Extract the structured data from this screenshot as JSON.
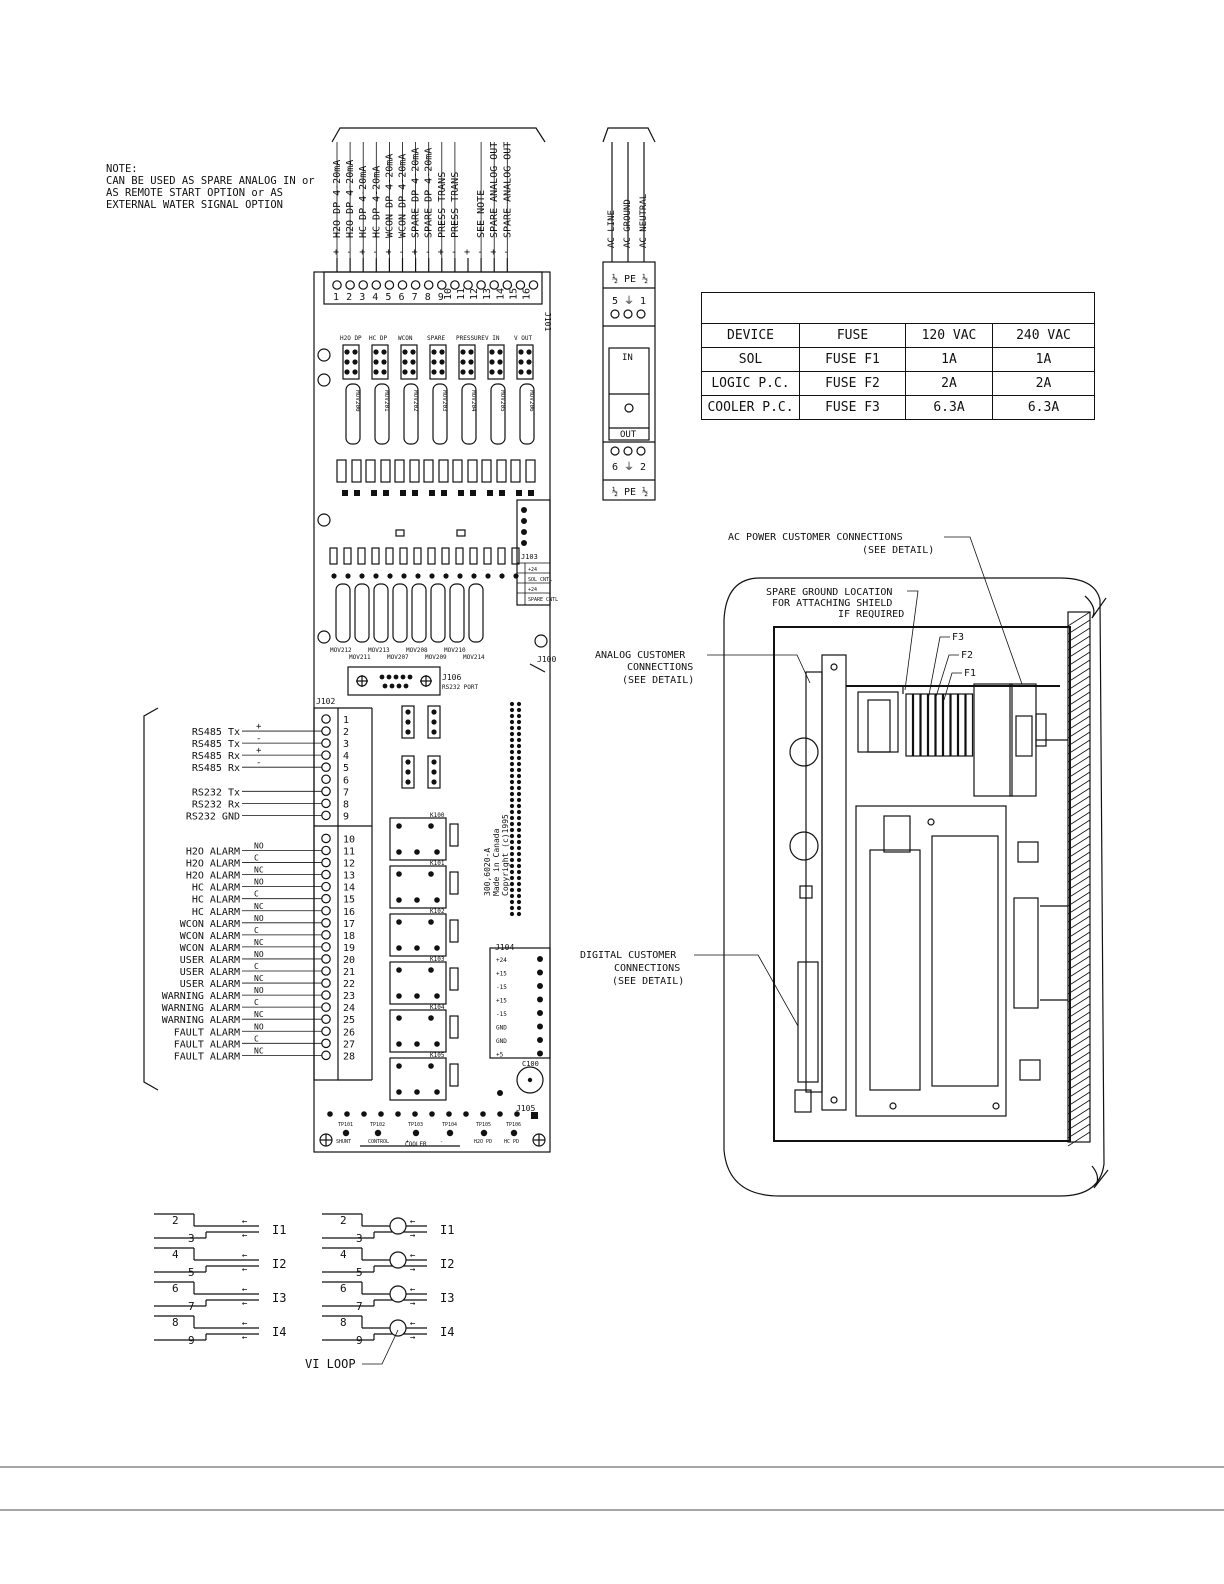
{
  "note": {
    "heading": "NOTE:",
    "lines": [
      "CAN BE USED AS SPARE ANALOG IN or",
      "AS REMOTE START OPTION or AS",
      "EXTERNAL WATER SIGNAL OPTION"
    ]
  },
  "analog_terminals": [
    {
      "num": "1",
      "pol": "+",
      "label": "H2O DP 4-20mA"
    },
    {
      "num": "2",
      "pol": "-",
      "label": "H2O DP 4-20mA"
    },
    {
      "num": "3",
      "pol": "+",
      "label": "HC DP 4-20mA"
    },
    {
      "num": "4",
      "pol": "-",
      "label": "HC DP 4-20mA"
    },
    {
      "num": "5",
      "pol": "+",
      "label": "WCON DP 4-20mA"
    },
    {
      "num": "6",
      "pol": "-",
      "label": "WCON DP 4-20mA"
    },
    {
      "num": "7",
      "pol": "+",
      "label": "SPARE DP 4-20mA"
    },
    {
      "num": "8",
      "pol": "-",
      "label": "SPARE DP 4-20mA"
    },
    {
      "num": "9",
      "pol": "+",
      "label": "PRESS TRANS"
    },
    {
      "num": "10",
      "pol": "-",
      "label": "PRESS TRANS"
    },
    {
      "num": "11",
      "pol": "+",
      "label": ""
    },
    {
      "num": "12",
      "pol": "-",
      "label": "SEE NOTE"
    },
    {
      "num": "13",
      "pol": "+",
      "label": "SPARE ANALOG OUT"
    },
    {
      "num": "14",
      "pol": "-",
      "label": "SPARE ANALOG OUT"
    },
    {
      "num": "15",
      "pol": "",
      "label": ""
    },
    {
      "num": "16",
      "pol": "",
      "label": ""
    }
  ],
  "ac_power": {
    "wires": [
      "AC LINE",
      "AC GROUND",
      "AC NEUTRAL"
    ],
    "top_label": "½ PE ½",
    "row_top": "5 ⏚ 1",
    "row_bottom": "6 ⏚ 2",
    "bottom_label": "½ PE ½",
    "switch_in": "IN",
    "switch_out": "OUT"
  },
  "fuse_table": {
    "headers": [
      "DEVICE",
      "FUSE",
      "120 VAC",
      "240 VAC"
    ],
    "rows": [
      [
        "SOL",
        "FUSE F1",
        "1A",
        "1A"
      ],
      [
        "LOGIC P.C.",
        "FUSE F2",
        "2A",
        "2A"
      ],
      [
        "COOLER P.C.",
        "FUSE F3",
        "6.3A",
        "6.3A"
      ]
    ]
  },
  "board": {
    "j101": "J101",
    "j102": "J102",
    "j103": "J103",
    "j104": "J104",
    "j105": "J105",
    "j106": "J106",
    "j106_sub": "RS232 PORT",
    "j100": "J100",
    "c100": "C100",
    "part_text": [
      "300,6020-A",
      "Made in Canada",
      "Copyright (c)1995"
    ],
    "top_group_labels": [
      "H2O DP",
      "HC DP",
      "WCON",
      "SPARE",
      "PRESSURE",
      "V IN",
      "V OUT"
    ],
    "mov_labels_top": [
      "MOV200",
      "MOV201",
      "MOV202",
      "MOV203",
      "MOV204",
      "MOV205",
      "MOV206"
    ],
    "mov_labels_bottom": [
      "MOV212",
      "MOV211",
      "MOV213",
      "MOV207",
      "MOV208",
      "MOV209",
      "MOV210",
      "MOV214"
    ],
    "relay_labels": [
      "K100",
      "K101",
      "K102",
      "K103",
      "K104",
      "K105"
    ],
    "test_points": [
      "TP101",
      "TP102",
      "TP103",
      "TP104",
      "TP105",
      "TP106"
    ],
    "test_point_labels": [
      "SHUNT",
      "CONTROL",
      "+",
      "-",
      "H2O PD",
      "HC PD"
    ],
    "cooler": "COOLER",
    "j103_rows": [
      "+24",
      "SOL CNTL",
      "+24",
      "SPARE CNTL"
    ],
    "j104_rows": [
      "+24",
      "+15",
      "-15",
      "+15",
      "-15",
      "GND",
      "GND",
      "+5"
    ]
  },
  "comm_terminals": [
    {
      "num": "1",
      "label": "",
      "pol": ""
    },
    {
      "num": "2",
      "label": "RS485 Tx",
      "pol": "+"
    },
    {
      "num": "3",
      "label": "RS485 Tx",
      "pol": "-"
    },
    {
      "num": "4",
      "label": "RS485 Rx",
      "pol": "+"
    },
    {
      "num": "5",
      "label": "RS485 Rx",
      "pol": "-"
    },
    {
      "num": "6",
      "label": "",
      "pol": ""
    },
    {
      "num": "7",
      "label": "RS232 Tx",
      "pol": ""
    },
    {
      "num": "8",
      "label": "RS232 Rx",
      "pol": ""
    },
    {
      "num": "9",
      "label": "RS232 GND",
      "pol": ""
    }
  ],
  "alarm_terminals": [
    {
      "num": "10",
      "label": "",
      "contact": ""
    },
    {
      "num": "11",
      "label": "H2O ALARM",
      "contact": "NO"
    },
    {
      "num": "12",
      "label": "H2O ALARM",
      "contact": "C"
    },
    {
      "num": "13",
      "label": "H2O ALARM",
      "contact": "NC"
    },
    {
      "num": "14",
      "label": "HC ALARM",
      "contact": "NO"
    },
    {
      "num": "15",
      "label": "HC ALARM",
      "contact": "C"
    },
    {
      "num": "16",
      "label": "HC ALARM",
      "contact": "NC"
    },
    {
      "num": "17",
      "label": "WCON ALARM",
      "contact": "NO"
    },
    {
      "num": "18",
      "label": "WCON ALARM",
      "contact": "C"
    },
    {
      "num": "19",
      "label": "WCON ALARM",
      "contact": "NC"
    },
    {
      "num": "20",
      "label": "USER ALARM",
      "contact": "NO"
    },
    {
      "num": "21",
      "label": "USER ALARM",
      "contact": "C"
    },
    {
      "num": "22",
      "label": "USER ALARM",
      "contact": "NC"
    },
    {
      "num": "23",
      "label": "WARNING ALARM",
      "contact": "NO"
    },
    {
      "num": "24",
      "label": "WARNING ALARM",
      "contact": "C"
    },
    {
      "num": "25",
      "label": "WARNING ALARM",
      "contact": "NC"
    },
    {
      "num": "26",
      "label": "FAULT ALARM",
      "contact": "NO"
    },
    {
      "num": "27",
      "label": "FAULT ALARM",
      "contact": "C"
    },
    {
      "num": "28",
      "label": "FAULT ALARM",
      "contact": "NC"
    }
  ],
  "enclosure": {
    "ac_power_callout": [
      "AC POWER CUSTOMER CONNECTIONS",
      "(SEE DETAIL)"
    ],
    "spare_ground_callout": [
      "SPARE GROUND LOCATION",
      "FOR ATTACHING SHIELD",
      "IF REQUIRED"
    ],
    "analog_callout": [
      "ANALOG CUSTOMER",
      "CONNECTIONS",
      "(SEE DETAIL)"
    ],
    "digital_callout": [
      "DIGITAL CUSTOMER",
      "CONNECTIONS",
      "(SEE DETAIL)"
    ],
    "fuse_labels": [
      "F3",
      "F2",
      "F1"
    ]
  },
  "loop_diagrams": {
    "pairs": [
      [
        "2",
        "3"
      ],
      [
        "4",
        "5"
      ],
      [
        "6",
        "7"
      ],
      [
        "8",
        "9"
      ]
    ],
    "channels": [
      "I1",
      "I2",
      "I3",
      "I4"
    ],
    "vi_loop": "VI LOOP"
  }
}
